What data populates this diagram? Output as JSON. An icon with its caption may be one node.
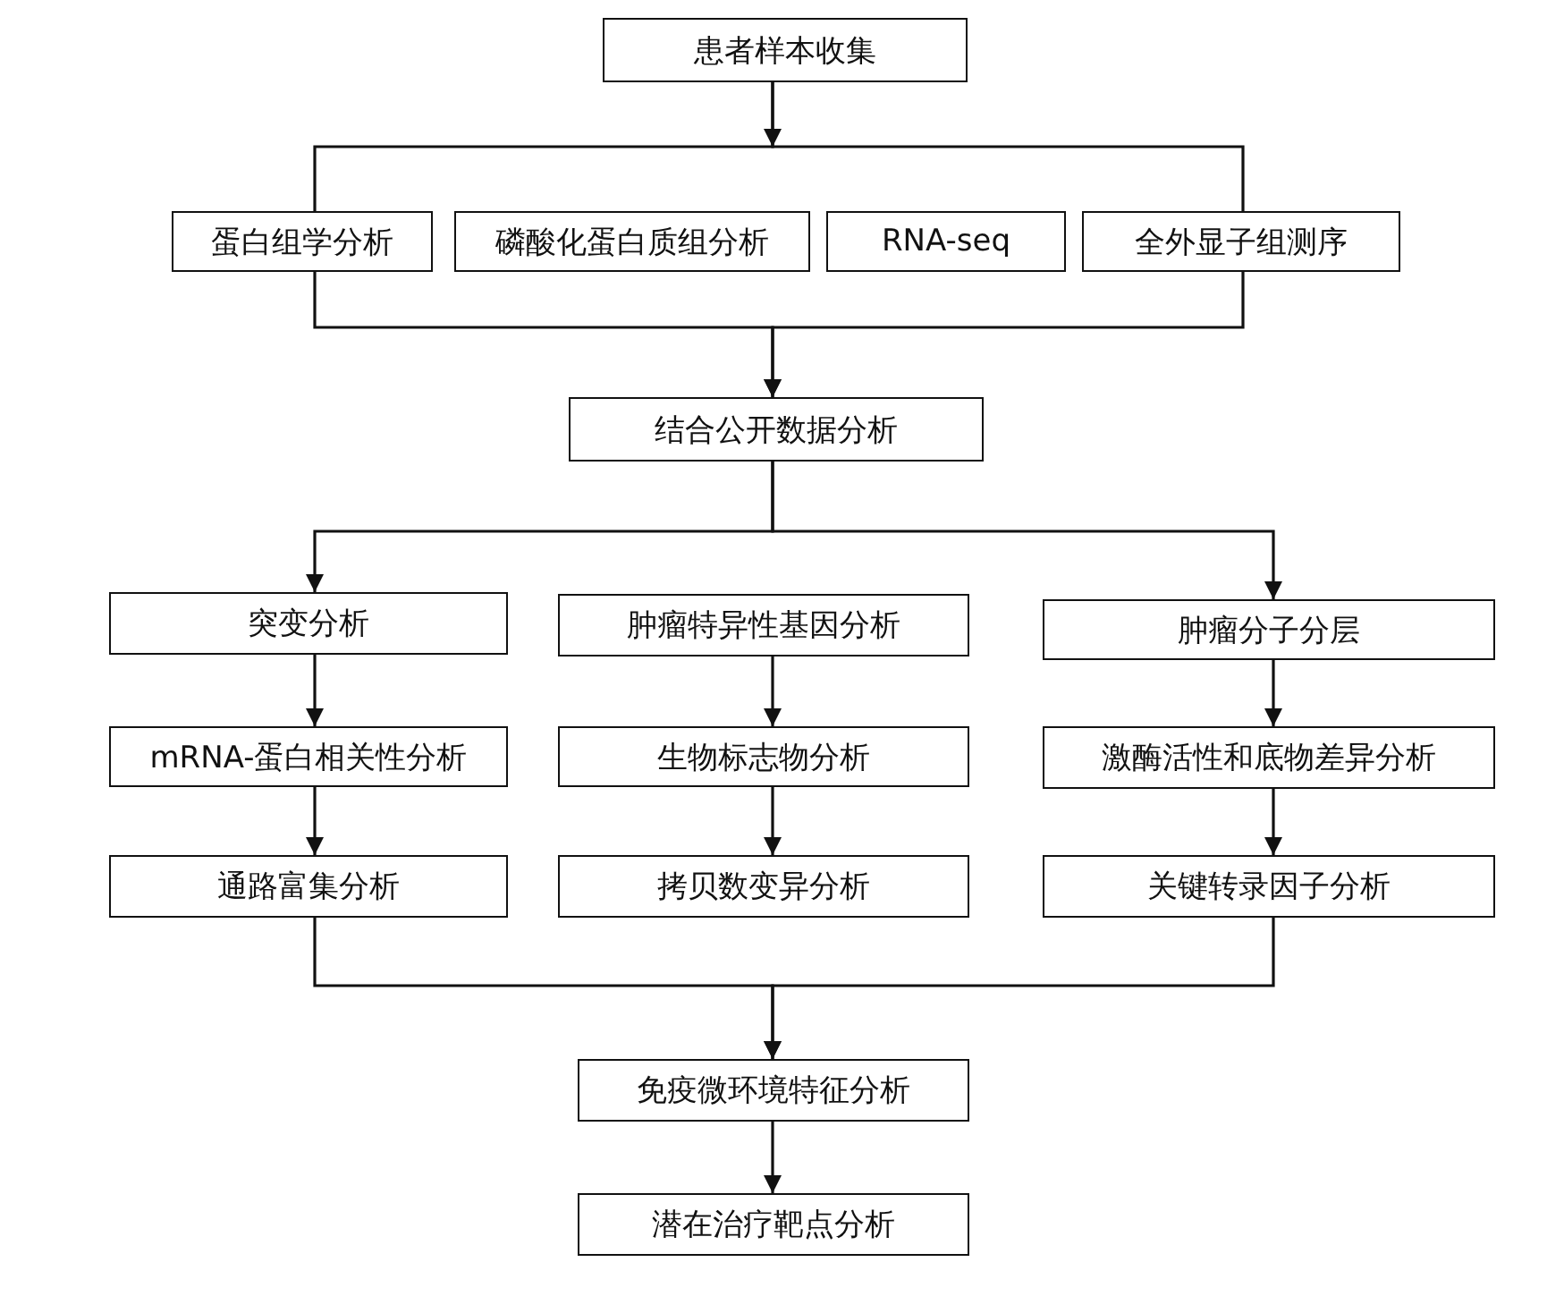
{
  "diagram": {
    "nodes": [
      {
        "text": [
          "患者样本收集"
        ]
      },
      {
        "text": [
          "蛋白组学分析"
        ]
      },
      {
        "text": [
          "磷酸化蛋白质组分析"
        ]
      },
      {
        "text": [
          "RNA-seq"
        ]
      },
      {
        "text": [
          "全外显子组测序"
        ]
      },
      {
        "text": [
          "结合公开数据分析"
        ]
      },
      {
        "text": [
          "突变分析"
        ]
      },
      {
        "text": [
          "肿瘤特异性基因分析"
        ]
      },
      {
        "text": [
          "肿瘤分子分层"
        ]
      },
      {
        "text": [
          "mRNA-蛋白相关性分析"
        ]
      },
      {
        "text": [
          "生物标志物分析"
        ]
      },
      {
        "text": [
          "激酶活性和底物差异分析"
        ]
      },
      {
        "text": [
          "通路富集分析"
        ]
      },
      {
        "text": [
          "拷贝数变异分析"
        ]
      },
      {
        "text": [
          "关键转录因子分析"
        ]
      },
      {
        "text": [
          "免疫微环境特征分析"
        ]
      },
      {
        "text": [
          "潜在治疗靶点分析"
        ]
      }
    ],
    "edges": [
      {
        "from": 0,
        "to": 1,
        "arrow": "to"
      },
      {
        "from": 0,
        "to": 4,
        "arrow": "to"
      },
      {
        "from": 1,
        "to": 5,
        "arrow": "to"
      },
      {
        "from": 4,
        "to": 5,
        "arrow": "to"
      },
      {
        "from": 5,
        "to": 6,
        "arrow": "to"
      },
      {
        "from": 5,
        "to": 8,
        "arrow": "to"
      },
      {
        "from": 6,
        "to": 9,
        "arrow": "to"
      },
      {
        "from": 9,
        "to": 12,
        "arrow": "to"
      },
      {
        "from": 7,
        "to": 10,
        "arrow": "to"
      },
      {
        "from": 10,
        "to": 13,
        "arrow": "to"
      },
      {
        "from": 8,
        "to": 11,
        "arrow": "to"
      },
      {
        "from": 11,
        "to": 14,
        "arrow": "to"
      },
      {
        "from": 12,
        "to": 15,
        "arrow": "to"
      },
      {
        "from": 14,
        "to": 15,
        "arrow": "to"
      },
      {
        "from": 15,
        "to": 16,
        "arrow": "to"
      }
    ]
  }
}
